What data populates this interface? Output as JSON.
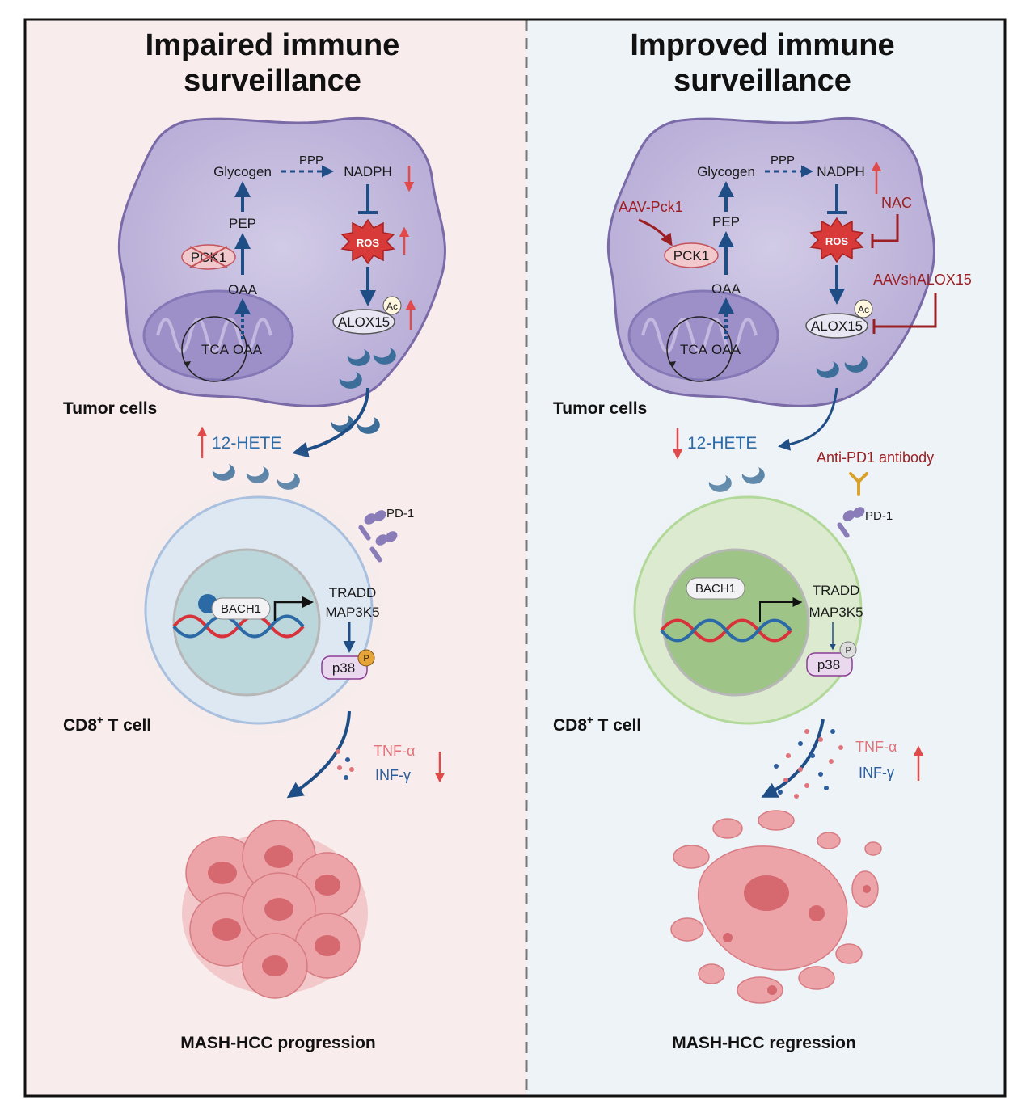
{
  "left": {
    "title_line1": "Impaired immune",
    "title_line2": "surveillance",
    "tumor": {
      "glycogen": "Glycogen",
      "ppp": "PPP",
      "nadph": "NADPH",
      "pep": "PEP",
      "pck1": "PCK1",
      "oaa": "OAA",
      "tca": "TCA",
      "oaa_mito": "OAA",
      "ros": "ROS",
      "alox15": "ALOX15",
      "ac": "Ac"
    },
    "tumor_label": "Tumor cells",
    "hete": "12-HETE",
    "pd1": "PD-1",
    "tcell": {
      "bach1": "BACH1",
      "tradd": "TRADD",
      "map3k5": "MAP3K5",
      "p38": "p38",
      "p": "P"
    },
    "tcell_label_main": "CD8",
    "tcell_label_sup": "+",
    "tcell_label_rest": " T cell",
    "tnf": "TNF-α",
    "inf": "INF-γ",
    "outcome": "MASH-HCC progression"
  },
  "right": {
    "title_line1": "Improved immune",
    "title_line2": "surveillance",
    "tumor": {
      "glycogen": "Glycogen",
      "ppp": "PPP",
      "nadph": "NADPH",
      "pep": "PEP",
      "pck1": "PCK1",
      "oaa": "OAA",
      "tca": "TCA",
      "oaa_mito": "OAA",
      "ros": "ROS",
      "alox15": "ALOX15",
      "ac": "Ac",
      "aav_pck1": "AAV-Pck1",
      "nac": "NAC",
      "aavsh": "AAVshALOX15"
    },
    "tumor_label": "Tumor cells",
    "hete": "12-HETE",
    "antipd1": "Anti-PD1 antibody",
    "pd1": "PD-1",
    "tcell": {
      "bach1": "BACH1",
      "tradd": "TRADD",
      "map3k5": "MAP3K5",
      "p38": "p38",
      "p": "P"
    },
    "tcell_label_main": "CD8",
    "tcell_label_sup": "+",
    "tcell_label_rest": " T cell",
    "tnf": "TNF-α",
    "inf": "INF-γ",
    "outcome": "MASH-HCC regression"
  },
  "colors": {
    "left_bg": "#f9ecec",
    "right_bg": "#eef3f8",
    "tumor_cell": "#c9c1df",
    "arrow_blue": "#1f4e86",
    "up_down_red": "#e04a4a",
    "inhibitor_red": "#9c1f23",
    "tcell_left": "#c8dcef",
    "tcell_right": "#c3e0b2"
  }
}
